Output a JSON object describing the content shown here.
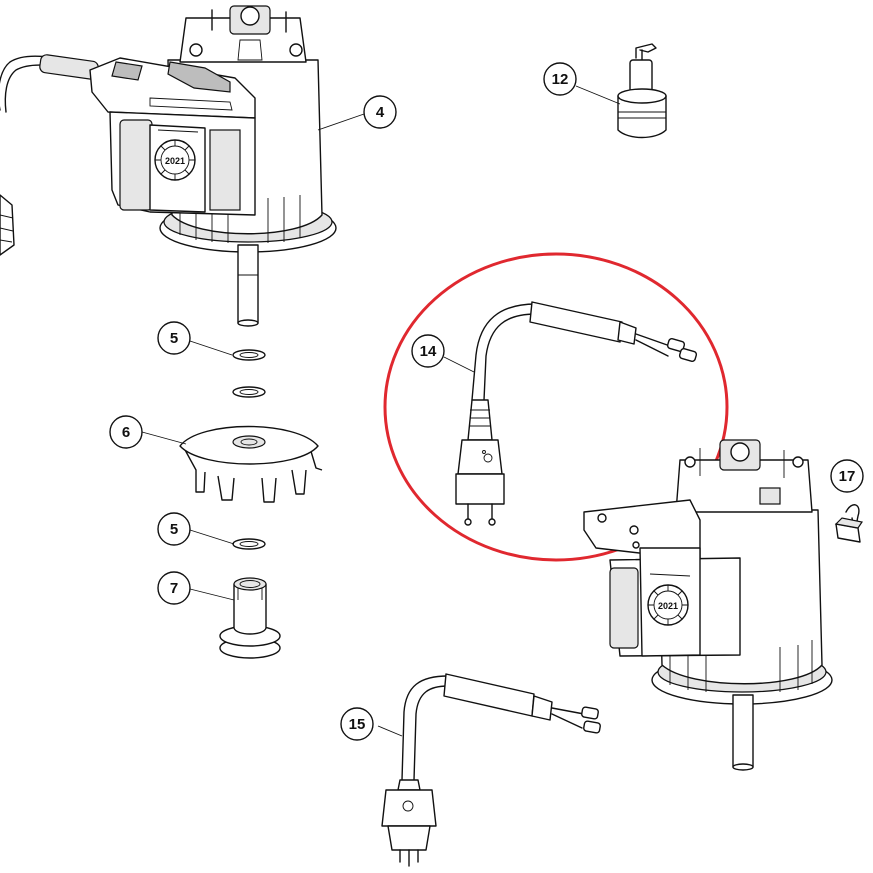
{
  "callouts": [
    {
      "id": "4",
      "label": "4"
    },
    {
      "id": "5a",
      "label": "5"
    },
    {
      "id": "6",
      "label": "6"
    },
    {
      "id": "5b",
      "label": "5"
    },
    {
      "id": "7",
      "label": "7"
    },
    {
      "id": "12",
      "label": "12"
    },
    {
      "id": "14",
      "label": "14"
    },
    {
      "id": "15",
      "label": "15"
    },
    {
      "id": "17",
      "label": "17"
    }
  ],
  "motor_badge_text": "2021",
  "highlight": {
    "target": "14",
    "color": "#e0282f"
  }
}
